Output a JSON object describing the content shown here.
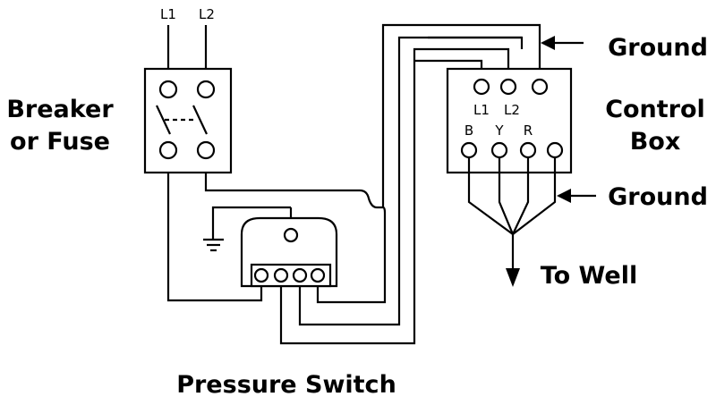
{
  "labels": {
    "breaker_line1": "Breaker",
    "breaker_line2": "or Fuse",
    "input_l1": "L1",
    "input_l2": "L2",
    "ground_top": "Ground",
    "ground_mid": "Ground",
    "control_box_line1": "Control",
    "control_box_line2": "Box",
    "to_well": "To Well",
    "pressure_switch": "Pressure Switch"
  },
  "control_box_terminals": {
    "top": [
      "L1",
      "L2"
    ],
    "bottom": [
      "B",
      "Y",
      "R"
    ]
  },
  "colors": {
    "line": "#000000",
    "background": "#ffffff"
  }
}
